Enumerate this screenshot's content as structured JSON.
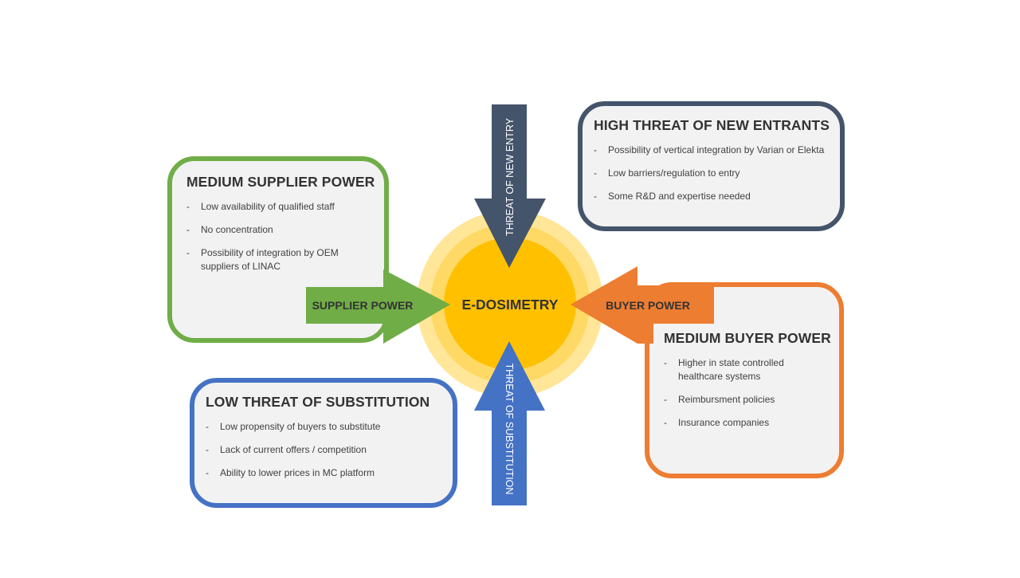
{
  "center": {
    "label": "E-DOSIMETRY",
    "colors": {
      "outer": "#ffe699",
      "middle": "#ffd966",
      "inner": "#ffc000"
    }
  },
  "arrows": {
    "new_entry": {
      "label": "THREAT OF NEW ENTRY",
      "color": "#44546a",
      "direction": "down"
    },
    "substitution": {
      "label": "THREAT OF SUBSTITUTION",
      "color": "#4472c4",
      "direction": "up"
    },
    "supplier": {
      "label": "SUPPLIER POWER",
      "color": "#70ad47",
      "direction": "right"
    },
    "buyer": {
      "label": "BUYER POWER",
      "color": "#ed7d31",
      "direction": "left"
    }
  },
  "boxes": {
    "supplier": {
      "title": "MEDIUM SUPPLIER POWER",
      "color": "#70ad47",
      "items": [
        "Low availability of qualified staff",
        "No concentration",
        "Possibility  of integration by OEM suppliers  of LINAC"
      ]
    },
    "new_entrants": {
      "title": "HIGH THREAT OF NEW ENTRANTS",
      "color": "#44546a",
      "items": [
        "Possibility  of vertical integration by Varian or Elekta",
        "Low barriers/regulation to entry",
        "Some R&D and expertise needed"
      ]
    },
    "buyer": {
      "title": "MEDIUM BUYER POWER",
      "color": "#ed7d31",
      "items": [
        "Higher in state controlled healthcare systems",
        "Reimbursment policies",
        "Insurance companies"
      ]
    },
    "substitution": {
      "title": "LOW THREAT OF SUBSTITUTION",
      "color": "#4472c4",
      "items": [
        "Low propensity of buyers to substitute",
        "Lack of current offers / competition",
        "Ability to lower prices in MC platform"
      ]
    }
  }
}
